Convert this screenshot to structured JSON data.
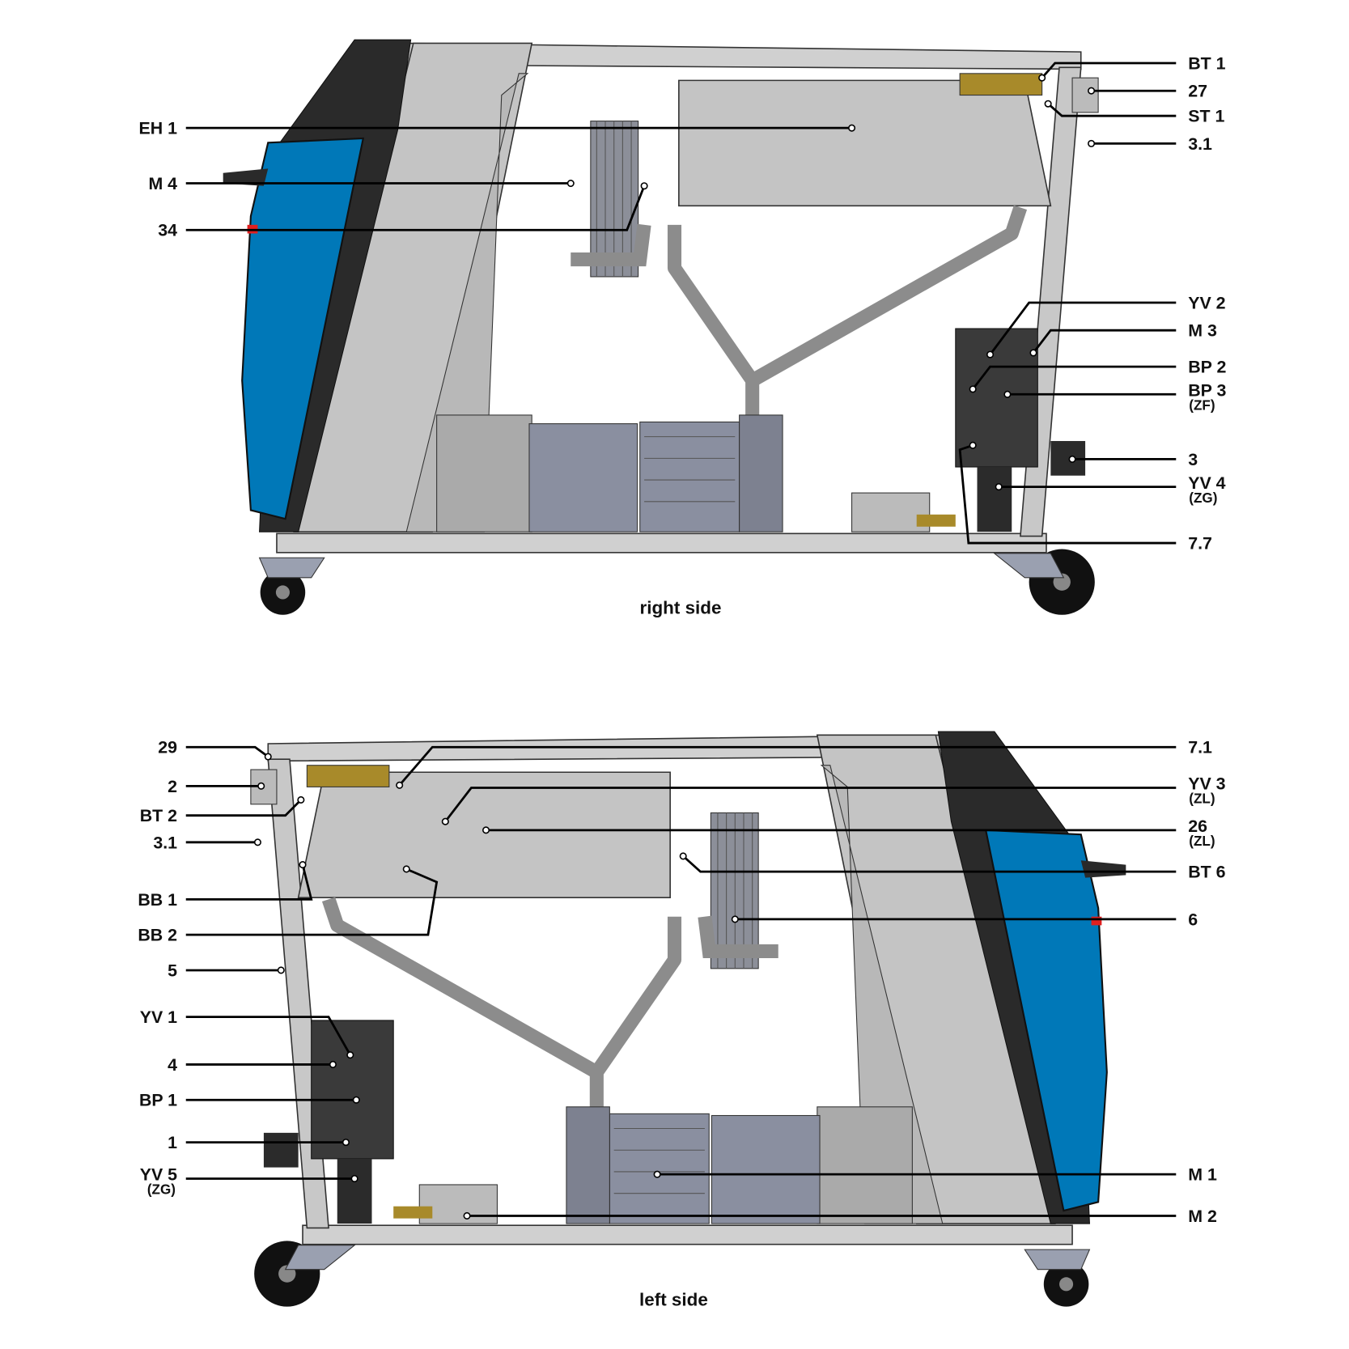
{
  "views": {
    "right_side": {
      "caption": "right side",
      "left_labels": [
        {
          "text": "EH 1"
        },
        {
          "text": "M 4"
        },
        {
          "text": "34"
        }
      ],
      "right_labels": [
        {
          "text": "BT 1"
        },
        {
          "text": "27"
        },
        {
          "text": "ST 1"
        },
        {
          "text": "3.1"
        },
        {
          "text": "YV 2"
        },
        {
          "text": "M 3"
        },
        {
          "text": "BP 2"
        },
        {
          "text": "BP 3",
          "sub": "(ZF)"
        },
        {
          "text": "3"
        },
        {
          "text": "YV 4",
          "sub": "(ZG)"
        },
        {
          "text": "7.7"
        }
      ]
    },
    "left_side": {
      "caption": "left side",
      "left_labels": [
        {
          "text": "29"
        },
        {
          "text": "2"
        },
        {
          "text": "BT 2"
        },
        {
          "text": "3.1"
        },
        {
          "text": "BB 1"
        },
        {
          "text": "BB 2"
        },
        {
          "text": "5"
        },
        {
          "text": "YV 1"
        },
        {
          "text": "4"
        },
        {
          "text": "BP 1"
        },
        {
          "text": "1"
        },
        {
          "text": "YV 5",
          "sub": "(ZG)"
        }
      ],
      "right_labels": [
        {
          "text": "7.1"
        },
        {
          "text": "YV 3",
          "sub": "(ZL)"
        },
        {
          "text": "26",
          "sub": "(ZL)"
        },
        {
          "text": "BT 6"
        },
        {
          "text": "6"
        },
        {
          "text": "M 1"
        },
        {
          "text": "M 2"
        }
      ]
    }
  },
  "colors": {
    "panel_blue": "#0078b8",
    "frame_grey": "#c4c4c4",
    "dark": "#2a2a2a",
    "brass": "#a88a2a",
    "motor": "#8a8fa0"
  }
}
